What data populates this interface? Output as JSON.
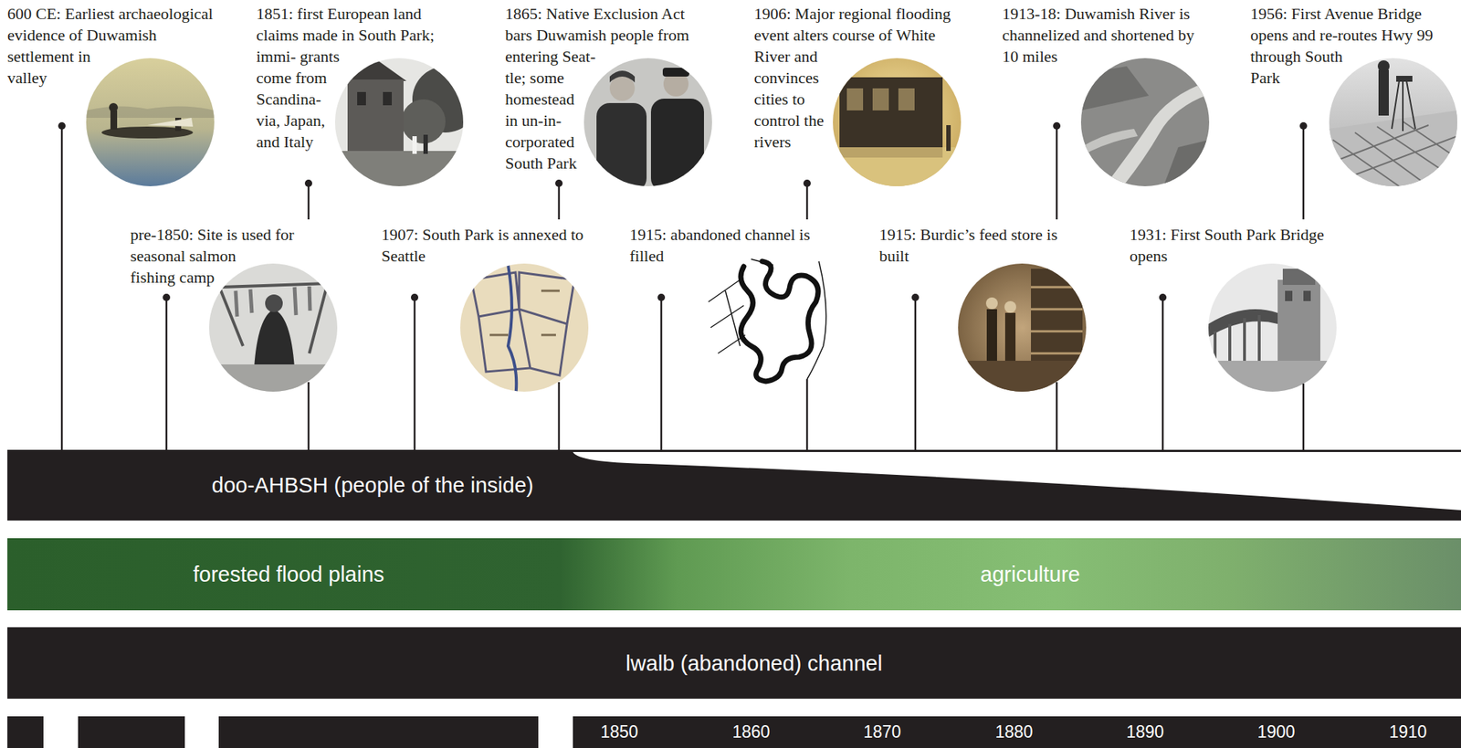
{
  "diagram": {
    "nodes": [
      {
        "text": [
          "doo-AHBSH (people of the inside)"
        ]
      },
      {
        "text": [
          "forested flood plains",
          "agriculture"
        ]
      },
      {
        "text": [
          "lwalb (abandoned) channel"
        ]
      },
      {
        "text": [
          "1850",
          "1860",
          "1870",
          "1880",
          "1890",
          "1900",
          "1910"
        ]
      }
    ],
    "labels": [
      "600 CE: Earliest archaeological evidence of Duwamish settlement in valley",
      "1851: first European land claims made in South Park; immi- grants come from Scandina- via, Japan, and Italy",
      "1865: Native Exclusion Act bars Duwamish people from entering Seat- tle; some homestead in un-in- corporated South Park",
      "1906: Major regional flooding event alters course of White River and convinces cities to control the rivers",
      "1913-18: Duwamish River is channelized and shortened by 10 miles",
      "1956: First Avenue Bridge opens and re-routes Hwy 99 through South Park",
      "pre-1850: Site is used for seasonal salmon fishing camp",
      "1907: South Park is annexed to Seattle",
      "1915: abandoned channel is filled",
      "1915: Burdic’s feed store is built",
      "1931: First South Park Bridge opens"
    ]
  }
}
